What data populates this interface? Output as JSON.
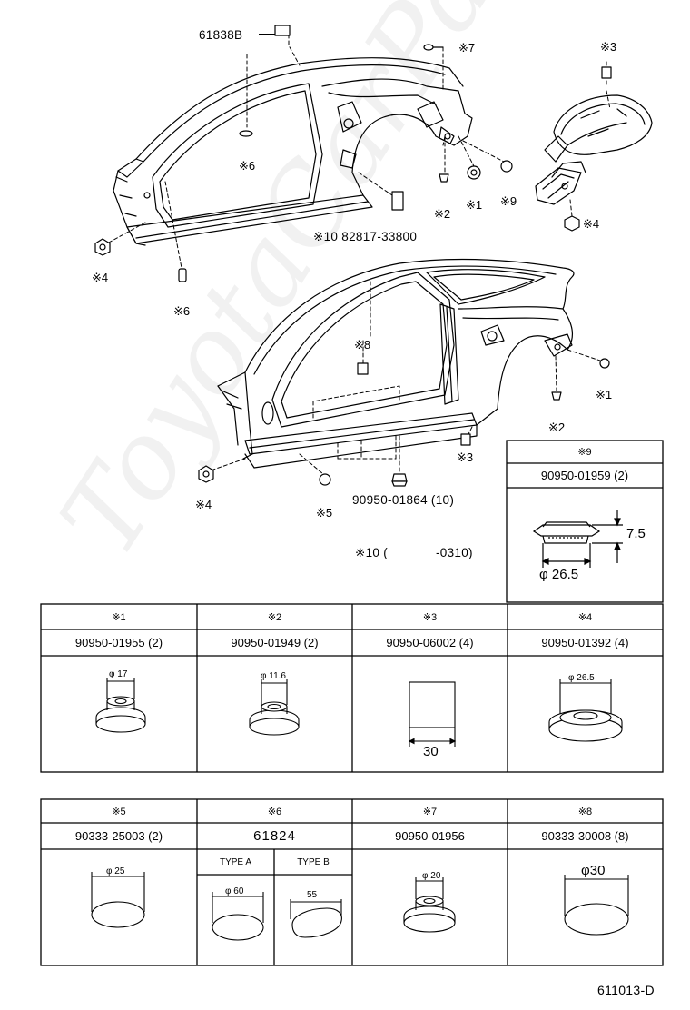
{
  "diagram": {
    "upper_body": {
      "part_label": "61838B",
      "note6_label": "※6",
      "note7_label": "※7",
      "note2_label": "※2",
      "note1_label": "※1",
      "note9_label": "※9",
      "note4_label": "※4",
      "note6_lower_label": "※6",
      "ref10_text": "※10  82817-33800"
    },
    "right_parts": {
      "note3_label": "※3",
      "note4_label": "※4"
    },
    "lower_body": {
      "note8_label": "※8",
      "note1_label": "※1",
      "note2_label": "※2",
      "note3_label": "※3",
      "note4_label": "※4",
      "note5_label": "※5",
      "grommet_pn": "90950-01864 (10)",
      "ref10_open": "※10 (",
      "ref10_close": "-0310)"
    },
    "box9": {
      "header": "※9",
      "pn": "90950-01959 (2)",
      "dim_height": "7.5",
      "dim_dia": "φ 26.5"
    },
    "table1": [
      {
        "header": "※1",
        "pn": "90950-01955 (2)",
        "dim": "φ 17"
      },
      {
        "header": "※2",
        "pn": "90950-01949 (2)",
        "dim": "φ 11.6"
      },
      {
        "header": "※3",
        "pn": "90950-06002 (4)",
        "dim": "30"
      },
      {
        "header": "※4",
        "pn": "90950-01392 (4)",
        "dim": "φ 26.5"
      }
    ],
    "table2": [
      {
        "header": "※5",
        "pn": "90333-25003 (2)",
        "dim": "φ 25"
      },
      {
        "header": "※6",
        "pn": "61824",
        "type_a": "TYPE A",
        "type_b": "TYPE B",
        "dim_a": "φ 60",
        "dim_b": "55"
      },
      {
        "header": "※7",
        "pn": "90950-01956",
        "dim": "φ 20"
      },
      {
        "header": "※8",
        "pn": "90333-30008 (8)",
        "dim": "φ30"
      }
    ],
    "figure_code": "611013-D",
    "watermark": "ToyotaCarParts"
  }
}
